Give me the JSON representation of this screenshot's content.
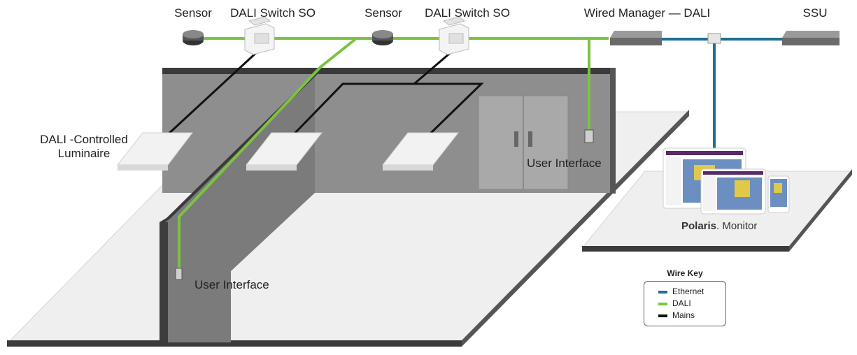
{
  "labels": {
    "sensor_1": "Sensor",
    "switch_1": "DALI Switch SO",
    "sensor_2": "Sensor",
    "switch_2": "DALI Switch SO",
    "wired_manager": "Wired Manager — DALI",
    "ssu": "SSU",
    "luminaire": "DALI -Controlled Luminaire",
    "user_interface_right": "User Interface",
    "user_interface_left": "User Interface"
  },
  "polaris": {
    "brand": "Polaris",
    "product": "Monitor"
  },
  "wire_key": {
    "title": "Wire Key",
    "items": [
      {
        "label": "Ethernet",
        "color": "#1f6f94"
      },
      {
        "label": "DALI",
        "color": "#7dc243"
      },
      {
        "label": "Mains",
        "color": "#111111"
      }
    ]
  },
  "colors": {
    "ethernet": "#1f6f94",
    "dali": "#7dc243",
    "mains": "#111111",
    "wall": "#8c8c8c",
    "floor": "#eeeeee"
  },
  "icons": [
    "sensor-icon",
    "dali-switch-icon",
    "wired-manager-icon",
    "ssu-icon",
    "ethernet-splitter-icon",
    "luminaire-icon",
    "user-interface-icon",
    "door-icon",
    "monitor-screen-icon",
    "tablet-screen-icon"
  ]
}
